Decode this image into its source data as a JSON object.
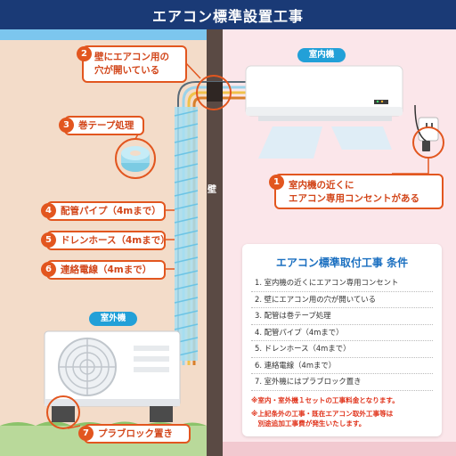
{
  "title": "エアコン標準設置工事",
  "labels": {
    "indoor_unit": "室内機",
    "outdoor_unit": "室外機",
    "wall": "壁"
  },
  "callouts": [
    {
      "num": "1",
      "text": [
        "室内機の近くに",
        "エアコン専用コンセントがある"
      ]
    },
    {
      "num": "2",
      "text": [
        "壁にエアコン用の",
        "穴が開いている"
      ]
    },
    {
      "num": "3",
      "text": [
        "巻テープ処理"
      ]
    },
    {
      "num": "4",
      "text": [
        "配管パイプ（4mまで）"
      ]
    },
    {
      "num": "5",
      "text": [
        "ドレンホース（4mまで）"
      ]
    },
    {
      "num": "6",
      "text": [
        "連絡電線（4mまで）"
      ]
    },
    {
      "num": "7",
      "text": [
        "プラブロック置き"
      ]
    }
  ],
  "conditions": {
    "title": "エアコン標準取付工事 条件",
    "items": [
      "1. 室内機の近くにエアコン専用コンセント",
      "2. 壁にエアコン用の穴が開いている",
      "3. 配管は巻テープ処理",
      "4. 配管パイプ（4mまで）",
      "5. ドレンホース（4mまで）",
      "6. 連絡電線（4mまで）",
      "7. 室外機にはプラブロック置き"
    ],
    "notes": [
      "※室内・室外機１セットの工事料金となります。",
      "※上記条外の工事・既在エアコン取外工事等は",
      "　別途追加工事費が発生いたします。"
    ]
  },
  "colors": {
    "header": "#1a3a76",
    "accent": "#e2561f",
    "tag": "#22a0d8",
    "outdoor_wall": "#f3dcc9",
    "indoor_wall": "#fbe6ea",
    "wall": "#5a4a44",
    "sky": "#7cc6ee"
  }
}
